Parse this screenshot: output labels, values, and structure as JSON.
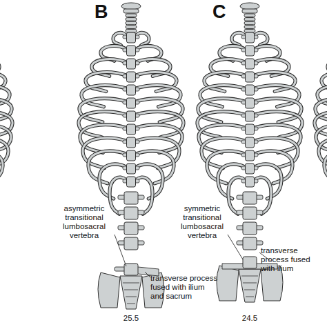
{
  "diagram": {
    "labels": [
      "B",
      "C",
      "asymmetric transitional lumbosacral vertebra",
      "symmetric transitional lumbosacral vertebra",
      "transverse process fused with ilium and sacrum",
      "transverse process fused with ilium",
      "25.5",
      "24.5"
    ]
  }
}
